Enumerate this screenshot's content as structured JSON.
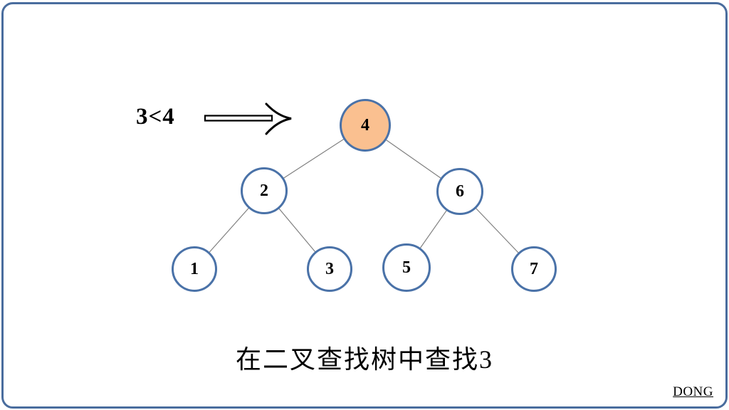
{
  "annotation": {
    "comparison": "3<4",
    "arrow_icon": "double-line-right-arrow"
  },
  "tree": {
    "type": "binary-search-tree",
    "nodes": [
      {
        "label": "4",
        "level": 0,
        "highlighted": true
      },
      {
        "label": "2",
        "level": 1,
        "highlighted": false
      },
      {
        "label": "6",
        "level": 1,
        "highlighted": false
      },
      {
        "label": "1",
        "level": 2,
        "highlighted": false
      },
      {
        "label": "3",
        "level": 2,
        "highlighted": false
      },
      {
        "label": "5",
        "level": 2,
        "highlighted": false
      },
      {
        "label": "7",
        "level": 2,
        "highlighted": false
      }
    ],
    "edges": [
      [
        "4",
        "2"
      ],
      [
        "4",
        "6"
      ],
      [
        "2",
        "1"
      ],
      [
        "2",
        "3"
      ],
      [
        "6",
        "5"
      ],
      [
        "6",
        "7"
      ]
    ]
  },
  "caption": "在二叉查找树中查找3",
  "watermark": "DONG",
  "colors": {
    "frame_border": "#4a6d9e",
    "node_border": "#4a72a8",
    "root_fill": "#fac090",
    "node_fill": "#ffffff",
    "edge_line": "#7f7f7f",
    "text": "#000000"
  }
}
